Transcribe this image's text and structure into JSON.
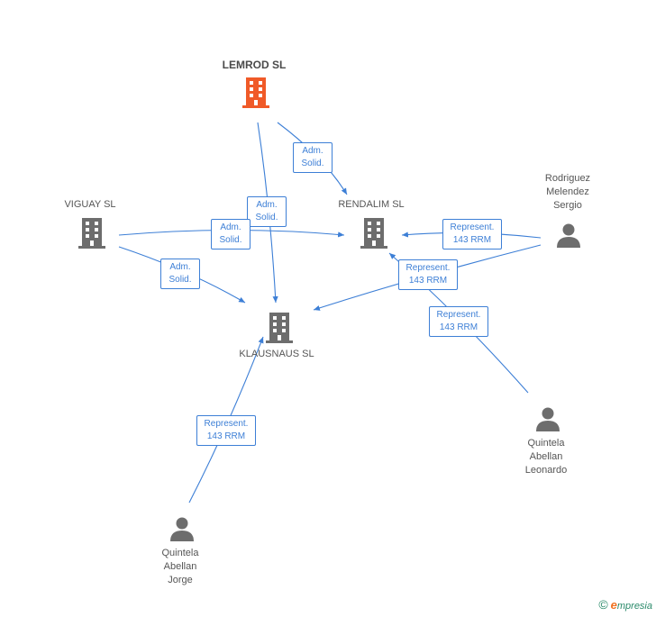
{
  "colors": {
    "edge": "#3d7fd6",
    "company": "#6d6d6d",
    "company_highlight": "#f05a28",
    "person": "#6d6d6d",
    "brand": "#2a8a6a",
    "brand_accent": "#f07020"
  },
  "nodes": {
    "lemrod": {
      "label": "LEMROD SL",
      "icon": "building-icon"
    },
    "viguay": {
      "label": "VIGUAY  SL",
      "icon": "building-icon"
    },
    "rendalim": {
      "label": "RENDALIM SL",
      "icon": "building-icon"
    },
    "klausnaus": {
      "label": "KLAUSNAUS SL",
      "icon": "building-icon"
    },
    "rodriguez": {
      "label": "Rodriguez\nMelendez\nSergio",
      "icon": "person-icon"
    },
    "quintela_leonardo": {
      "label": "Quintela\nAbellan\nLeonardo",
      "icon": "person-icon"
    },
    "quintela_jorge": {
      "label": "Quintela\nAbellan\nJorge",
      "icon": "person-icon"
    }
  },
  "edges": {
    "lemrod_rendalim": "Adm.\nSolid.",
    "lemrod_klausnaus": "Adm.\nSolid.",
    "viguay_rendalim": "Adm.\nSolid.",
    "viguay_klausnaus": "Adm.\nSolid.",
    "rodriguez_rendalim": "Represent.\n143 RRM",
    "rodriguez_klausnaus": "Represent.\n143 RRM",
    "leonardo_rendalim": "Represent.\n143 RRM",
    "jorge_klausnaus": "Represent.\n143 RRM"
  },
  "brand": {
    "copyright": "©",
    "name_initial": "e",
    "name_rest": "mpresia"
  }
}
